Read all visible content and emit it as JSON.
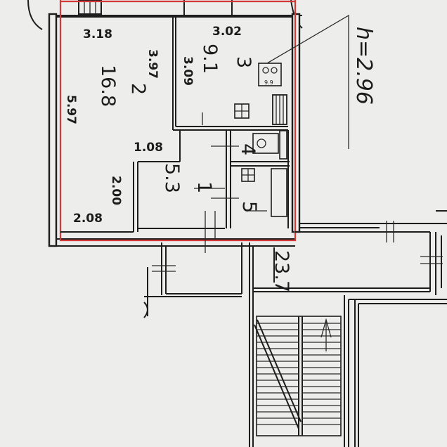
{
  "rooms": {
    "r2": {
      "number": "2",
      "area": "16.8",
      "width": "3.18",
      "length": "5.97",
      "side": "3.97"
    },
    "r3": {
      "number": "3",
      "area": "9.1",
      "width": "3.02",
      "length": "3.09"
    },
    "r1": {
      "number": "1",
      "area": "5.3",
      "dim_top": "1.08",
      "dim_side": "2.00",
      "dim_bottom": "2.08"
    },
    "r4": {
      "number": "4"
    },
    "r5": {
      "number": "5"
    },
    "hall": {
      "area": "23.7"
    }
  },
  "annotation": {
    "ceiling_height": "h=2.96"
  },
  "stove_label": "9.9",
  "colors": {
    "paper": "#ededeb",
    "wall": "#1d1d1d",
    "apartment_outline": "#d23a3a"
  }
}
